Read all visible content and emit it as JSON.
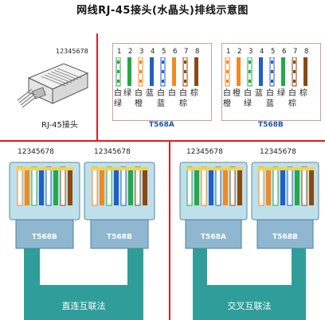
{
  "title": "网线RJ-45接头(水晶头)排线示意图",
  "plug_numbers": "12345678",
  "plug_label": "RJ-45接头",
  "pin_numbers": [
    "1",
    "2",
    "3",
    "4",
    "5",
    "6",
    "7",
    "8"
  ],
  "wire_colors": {
    "orange": "#f08a24",
    "green": "#25a84a",
    "blue": "#1f5fc8",
    "brown": "#8a4a12",
    "white": "#ffffff"
  },
  "t568a": {
    "label": "T568A",
    "top_row": [
      "白",
      "绿",
      "白",
      "蓝",
      "白",
      "白",
      "白",
      "棕"
    ],
    "bottom_row": [
      "绿",
      "",
      "橙",
      "",
      "蓝",
      "",
      "棕",
      ""
    ]
  },
  "t568b": {
    "label": "T568B",
    "top_row": [
      "白",
      "橙",
      "白",
      "蓝",
      "白",
      "绿",
      "白",
      "棕"
    ],
    "bottom_row": [
      "橙",
      "",
      "绿",
      "",
      "蓝",
      "",
      "棕",
      ""
    ]
  },
  "straight": {
    "numbers_left": "12345678",
    "numbers_right": "12345678",
    "label_left": "T568B",
    "label_right": "T568B",
    "caption": "直连互联法"
  },
  "cross": {
    "numbers_left": "12345678",
    "numbers_right": "12345678",
    "label_left": "T568A",
    "label_right": "T568B",
    "caption": "交叉互联法"
  }
}
